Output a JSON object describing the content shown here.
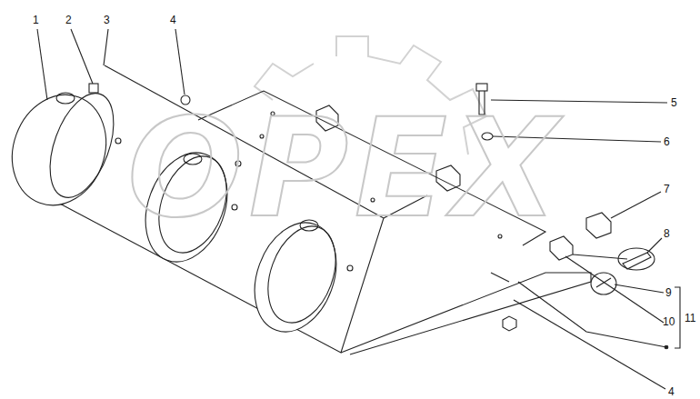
{
  "diagram": {
    "labels": [
      "1",
      "2",
      "3",
      "4",
      "5",
      "6",
      "7",
      "8",
      "9",
      "10",
      "11",
      "4",
      "OPEX"
    ]
  }
}
